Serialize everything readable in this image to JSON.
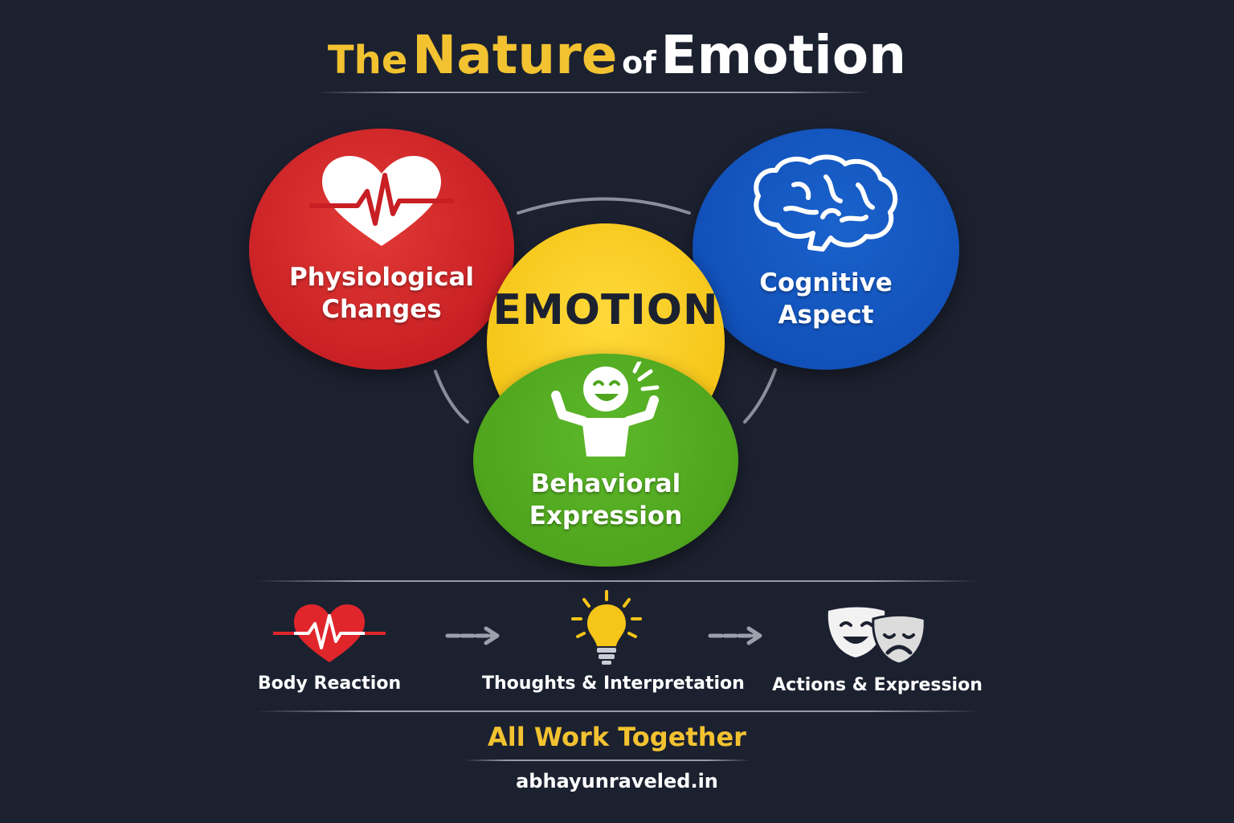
{
  "title": {
    "part1": "The",
    "part2": "Nature",
    "part3": "of",
    "part4": "Emotion"
  },
  "diagram": {
    "center": {
      "label": "EMOTION",
      "color": "#f5c518"
    },
    "physiological": {
      "line1": "Physiological",
      "line2": "Changes",
      "color": "#d52a2a",
      "icon": "heart-pulse-icon"
    },
    "cognitive": {
      "line1": "Cognitive",
      "line2": "Aspect",
      "color": "#1150b8",
      "icon": "brain-icon"
    },
    "behavioral": {
      "line1": "Behavioral",
      "line2": "Expression",
      "color": "#4fa51d",
      "icon": "laughing-person-icon"
    }
  },
  "flow": {
    "steps": [
      {
        "label": "Body Reaction",
        "icon": "heart-pulse-icon"
      },
      {
        "label": "Thoughts & Interpretation",
        "icon": "lightbulb-icon"
      },
      {
        "label": "Actions & Expression",
        "icon": "theater-masks-icon"
      }
    ],
    "tagline": "All Work Together",
    "tagline_color": "#f2c230"
  },
  "footer": {
    "site": "abhayunraveled.in"
  }
}
